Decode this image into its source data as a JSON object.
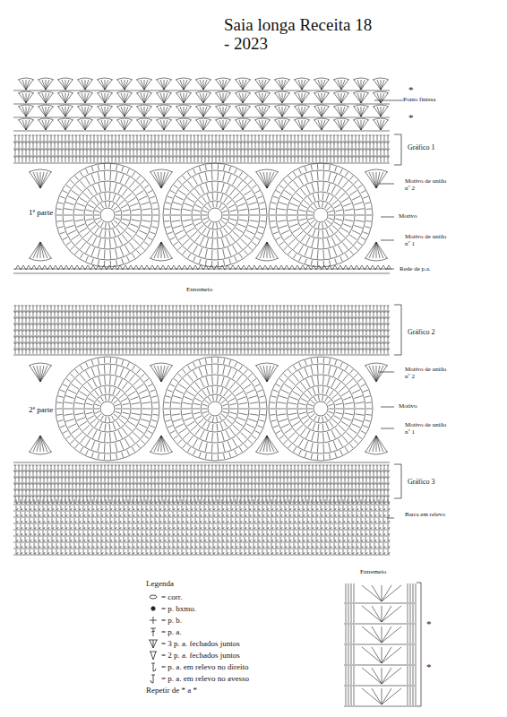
{
  "diagram": {
    "title": "Saia longa Receita 18 - 2023",
    "labels": [
      "Ponto finissa",
      "*",
      "*",
      "Gráfico 1",
      "Motivo de união nº 2",
      "1ª parte",
      "Motivo",
      "Motivo de união nº 1",
      "Rede de p.a.",
      "Entremeio",
      "Gráfico 2",
      "Motivo de união nº 2",
      "2ª parte",
      "Motivo",
      "Motivo de união nº 1",
      "Gráfico 3",
      "Barra em relevo",
      "Legenda",
      "Repetir de * a *",
      "Entremeio",
      "*",
      "*"
    ],
    "legend": [
      {
        "text": "= corr."
      },
      {
        "text": "= p. bxmo."
      },
      {
        "text": "= p. b."
      },
      {
        "text": "= p. a."
      },
      {
        "text": "= 3 p. a. fechados juntos"
      },
      {
        "text": "= 2 p. a. fechados juntos"
      },
      {
        "text": "= p. a. em relevo no direito"
      },
      {
        "text": "= p. a. em relevo no avesso"
      }
    ]
  }
}
